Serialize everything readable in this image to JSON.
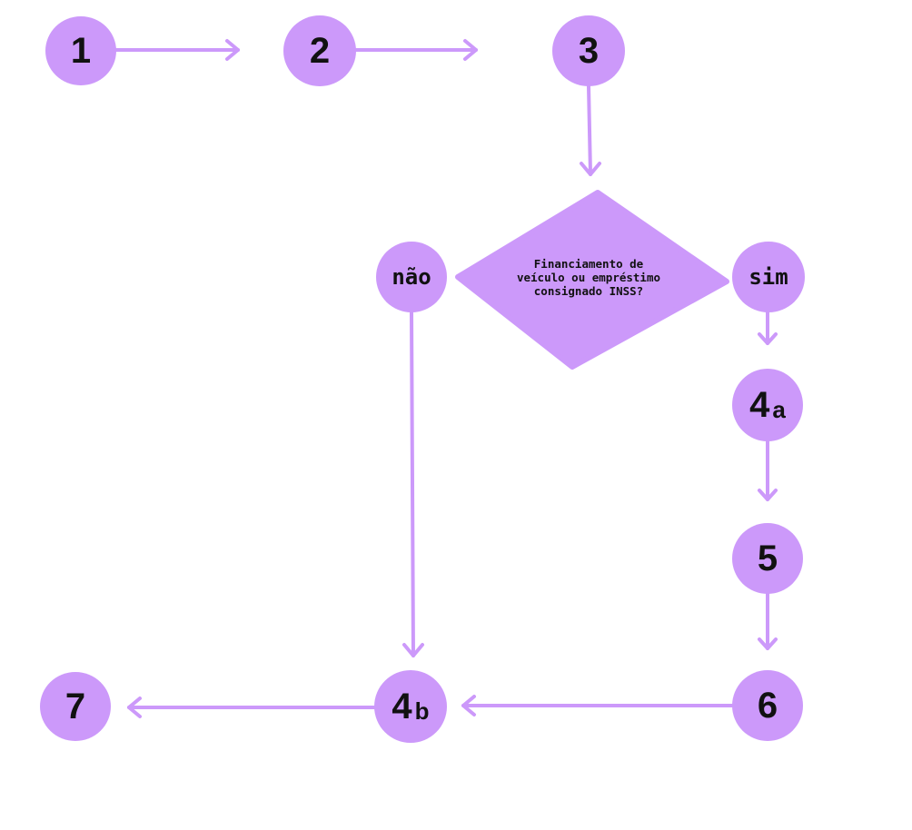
{
  "colors": {
    "node_fill": "#cc99fa",
    "arrow": "#cc99fa",
    "text": "#111111",
    "background": "#ffffff"
  },
  "nodes": {
    "n1": "1",
    "n2": "2",
    "n3": "3",
    "nao": "não",
    "sim": "sim",
    "n4a": {
      "main": "4",
      "sub": "a"
    },
    "n5": "5",
    "n6": "6",
    "n4b": {
      "main": "4",
      "sub": "b"
    },
    "n7": "7"
  },
  "decision": {
    "lines": [
      "Financiamento de",
      "veículo ou empréstimo",
      "consignado INSS?"
    ]
  }
}
